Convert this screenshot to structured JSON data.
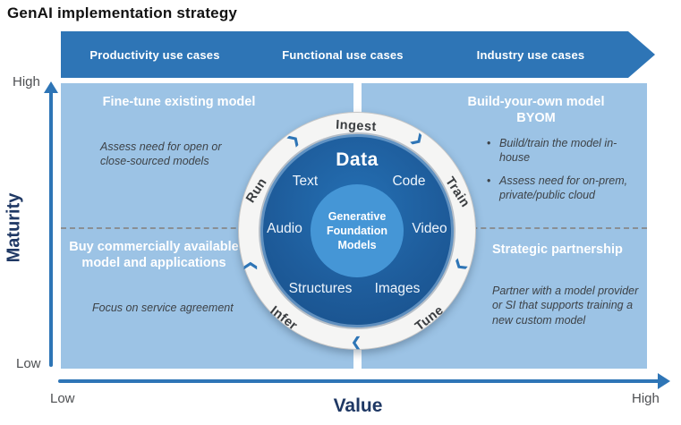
{
  "title": "GenAI implementation strategy",
  "banner": {
    "items": [
      {
        "label": "Productivity use cases"
      },
      {
        "label": "Functional use cases"
      },
      {
        "label": "Industry use cases"
      }
    ]
  },
  "quadrants": {
    "top_left": {
      "title": "Fine-tune existing model",
      "desc": "Assess need for open or close-sourced models"
    },
    "top_right": {
      "title": "Build-your-own model BYOM",
      "bullets": [
        "Build/train the model in-house",
        "Assess need for on-prem, private/public cloud"
      ]
    },
    "bottom_left": {
      "title": "Buy commercially available model and applications",
      "desc": "Focus on service agreement"
    },
    "bottom_right": {
      "title": "Strategic partnership",
      "desc": "Partner with a model provider or SI that supports training a new custom model"
    }
  },
  "cycle": {
    "stages": [
      "Ingest",
      "Train",
      "Tune",
      "Infer",
      "Run"
    ],
    "data_title": "Data",
    "data_types": [
      "Text",
      "Code",
      "Audio",
      "Video",
      "Structures",
      "Images"
    ],
    "center": "Generative Foundation Models",
    "chevron": "❯"
  },
  "axes": {
    "y_label": "Maturity",
    "y_high": "High",
    "y_low": "Low",
    "x_label": "Value",
    "x_low": "Low",
    "x_high": "High"
  },
  "colors": {
    "banner_blue": "#2E75B6",
    "quadrant_blue": "#9CC3E5",
    "cycle_dark_blue": "#1E5C9B",
    "cycle_core_blue": "#4596D6",
    "ring_white": "#F5F5F4",
    "axis_label_navy": "#1F3864",
    "axis_arrow_blue": "#2E75B6"
  }
}
